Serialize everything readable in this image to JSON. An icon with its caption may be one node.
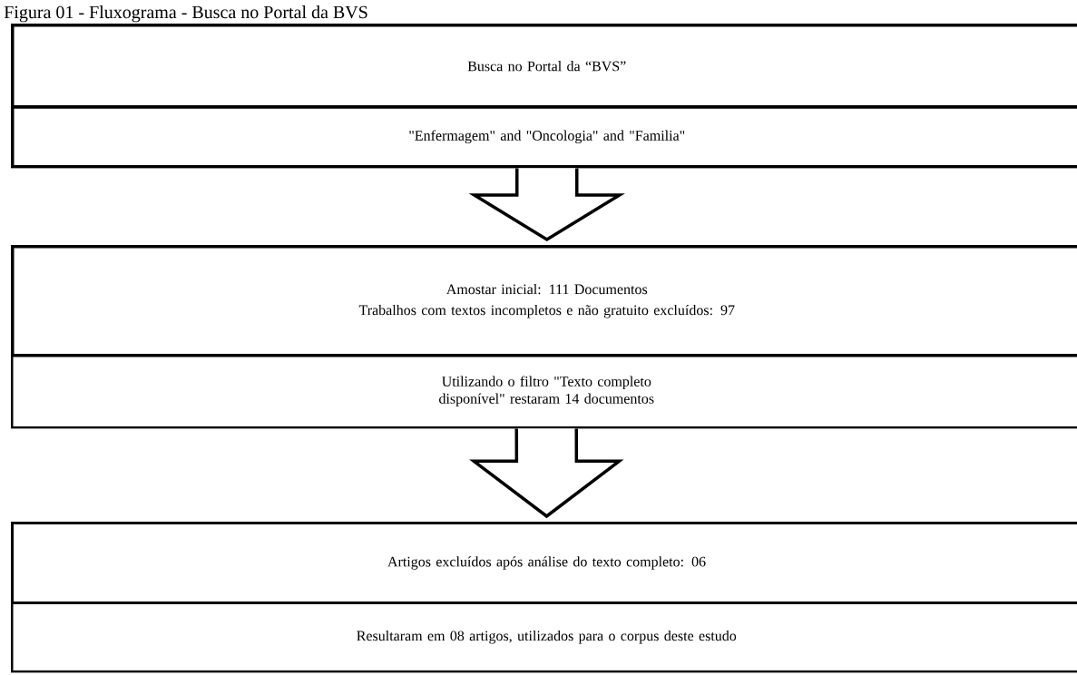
{
  "diagram": {
    "title": "Figura 01 - Fluxograma - Busca no Portal da BVS",
    "nodes": [
      {
        "text": [
          "Busca no Portal da “BVS”"
        ]
      },
      {
        "text": [
          "\"Enfermagem\" and \"Oncologia\" and \"Familia\""
        ]
      },
      {
        "text": [
          "Amostar inicial: 111 Documentos",
          "Trabalhos com textos incompletos e não gratuito excluídos: 97"
        ]
      },
      {
        "text": [
          "Utilizando o filtro \"Texto completo disponível\" restaram 14 documentos"
        ]
      },
      {
        "text": [
          "Artigos excluídos após análise do texto completo: 06"
        ]
      },
      {
        "text": [
          "Resultaram em 08 artigos, utilizados para o corpus deste estudo"
        ]
      }
    ],
    "edges": [
      {
        "from": 1,
        "to": 2,
        "arrow": "to"
      },
      {
        "from": 3,
        "to": 4,
        "arrow": "to"
      }
    ]
  }
}
